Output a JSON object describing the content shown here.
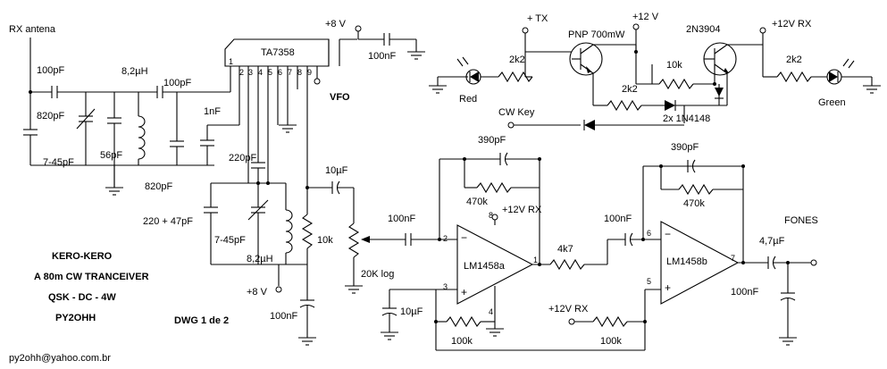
{
  "title_block": {
    "line1": "KERO-KERO",
    "line2": "A 80m CW TRANCEIVER",
    "line3": "QSK - DC - 4W",
    "line4": "PY2OHH",
    "dwg": "DWG 1 de 2",
    "email": "py2ohh@yahoo.com.br"
  },
  "labels": {
    "rx_antena": "RX antena",
    "c100pf_a": "100pF",
    "c820pf_a": "820pF",
    "c745_a": "7-45pF",
    "c56pf": "56pF",
    "l82_a": "8,2µH",
    "c100pf_b": "100pF",
    "c820pf_b": "820pF",
    "c1nf": "1nF",
    "ic_ta": "TA7358",
    "pin1": "1",
    "pin2": "2",
    "pin3": "3",
    "pin4": "4",
    "pin5": "5",
    "pin6": "6",
    "pin7": "7",
    "pin8": "8",
    "pin9": "9",
    "plus8v_top": "+8 V",
    "c100nf_top": "100nF",
    "vfo": "VFO",
    "c220pf": "220pF",
    "c220_47": "220 + 47pF",
    "c745_b": "7-45pF",
    "l82_b": "8,2µH",
    "plus8v_bot": "+8 V",
    "r10k_a": "10k",
    "c100nf_b": "100nF",
    "c10uf_a": "10µF",
    "pot20k": "20K log",
    "c100nf_c": "100nF",
    "c390pf_a": "390pF",
    "r470k_a": "470k",
    "plus12rx_a": "+12V RX",
    "op_a": "LM1458a",
    "op_a_in2": "2",
    "op_a_in3": "3",
    "op_a_out": "1",
    "op_a_p8": "8",
    "op_a_p4": "4",
    "c10uf_b": "10µF",
    "r100k_a": "100k",
    "r4k7": "4k7",
    "c100nf_d": "100nF",
    "c390pf_b": "390pF",
    "r470k_b": "470k",
    "op_b": "LM1458b",
    "op_b_in6": "6",
    "op_b_in5": "5",
    "op_b_out": "7",
    "plus12rx_b": "+12V RX",
    "r100k_b": "100k",
    "fones": "FONES",
    "c47uf": "4,7µF",
    "c100nf_e": "100nF",
    "plus_tx": "+ TX",
    "plus12v": "+12 V",
    "pnp": "PNP 700mW",
    "npn": "2N3904",
    "plus12rx_c": "+12V RX",
    "r2k2_a": "2k2",
    "r10k_b": "10k",
    "r2k2_b": "2k2",
    "r2k2_c": "2k2",
    "led_red": "Red",
    "led_green": "Green",
    "cw_key": "CW Key",
    "diodes": "2x 1N4148"
  }
}
